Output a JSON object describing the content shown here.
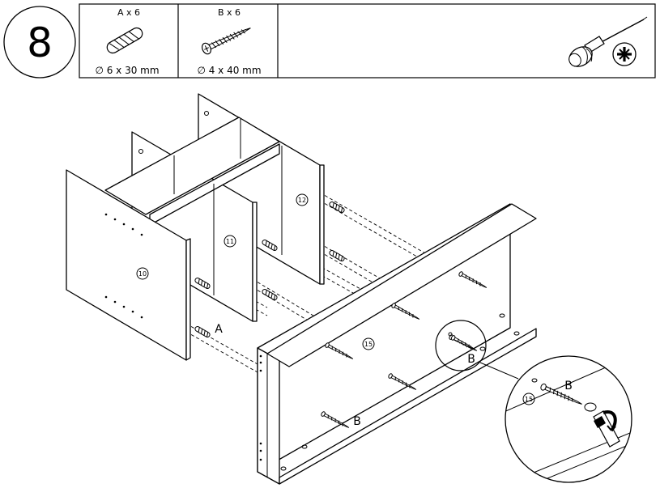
{
  "step": {
    "number": "8"
  },
  "parts": [
    {
      "count_label": "A x 6",
      "size_label": "∅ 6 x 30 mm",
      "icon": "dowel-icon"
    },
    {
      "count_label": "B x 6",
      "size_label": "∅ 4 x 40 mm",
      "icon": "screw-icon"
    }
  ],
  "tool": {
    "icon": "phillips-screwdriver-icon"
  },
  "panels": {
    "p10": "10",
    "p11": "11",
    "p12": "12",
    "p15": "15"
  },
  "labels": {
    "dowel": "A",
    "screw_main": "B",
    "screw_zoom1": "B",
    "screw_zoom2": "B"
  },
  "detail": {
    "panel": "15"
  }
}
